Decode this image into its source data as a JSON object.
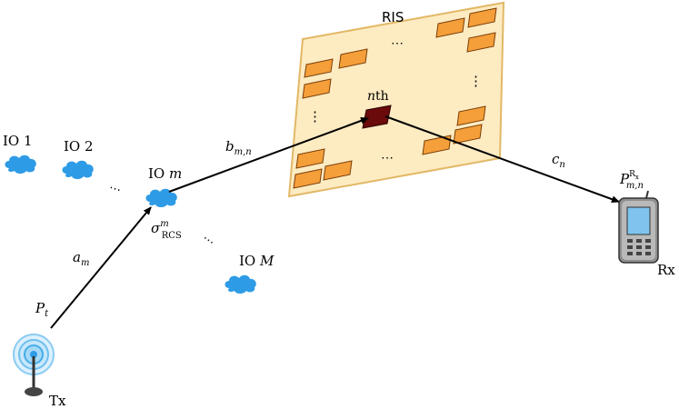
{
  "ris": {
    "title": "RIS",
    "element_label_n": "n",
    "element_label_suffix": "th",
    "dots": "⋯",
    "vdots": "⋮"
  },
  "objects": {
    "io1": "IO 1",
    "io2": "IO 2",
    "iom_prefix": "IO ",
    "iom_var": "m",
    "ioM_prefix": "IO ",
    "ioM_var": "M",
    "rcs_sym": "σ",
    "rcs_sup": "m",
    "rcs_sub": "RCS",
    "dots_between": "⋯"
  },
  "links": {
    "a_sym": "a",
    "a_sub": "m",
    "b_sym": "b",
    "b_sub": "m,n",
    "c_sym": "c",
    "c_sub": "n"
  },
  "tx": {
    "label": "Tx",
    "power_sym": "P",
    "power_sub": "t"
  },
  "rx": {
    "label": "Rx",
    "power_sym": "P",
    "power_sub": "m,n",
    "power_sup": "R",
    "power_sup_sub": "x"
  },
  "colors": {
    "ris_board": "#FDEBC2",
    "ris_border": "#E2B866",
    "ris_element": "#F59F3A",
    "ris_element_border": "#7A3E07",
    "selected_element": "#6B0A0A",
    "cloud": "#2E9BE6",
    "arrow": "#000000"
  }
}
